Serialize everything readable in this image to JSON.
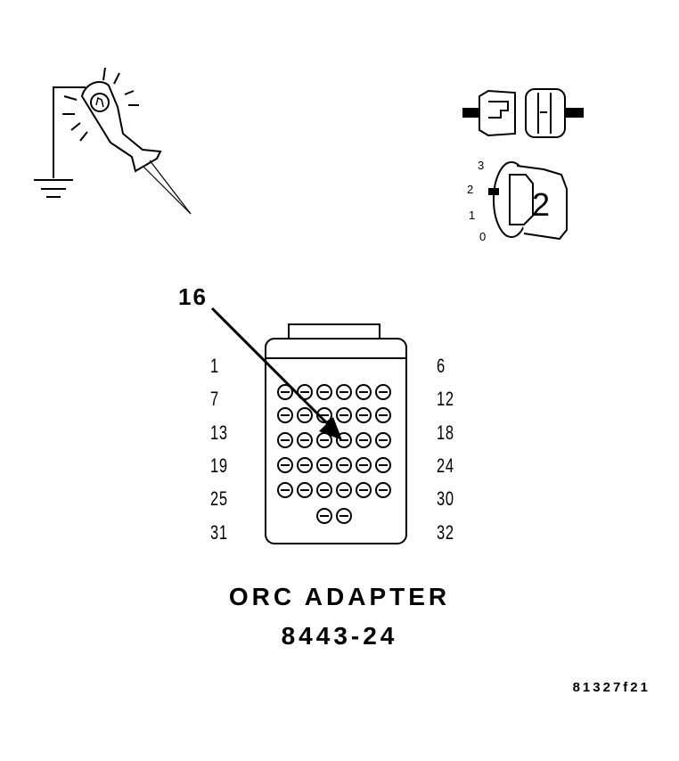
{
  "callout": "16",
  "pin_labels": {
    "left": [
      "1",
      "7",
      "13",
      "19",
      "25",
      "31"
    ],
    "right": [
      "6",
      "12",
      "18",
      "24",
      "30",
      "32"
    ]
  },
  "title": {
    "line1": "ORC ADAPTER",
    "line2": "8443-24"
  },
  "ignition_positions": [
    "3",
    "2",
    "1",
    "0"
  ],
  "ignition_key_number": "2",
  "figure_id": "81327f21",
  "colors": {
    "line": "#000000",
    "background": "#ffffff",
    "fill_light": "#ffffff",
    "fill_dark": "#000000"
  },
  "icons": [
    "test-light-icon",
    "ground-symbol-icon",
    "connector-disconnect-icon",
    "ignition-switch-icon",
    "arrow-icon"
  ]
}
